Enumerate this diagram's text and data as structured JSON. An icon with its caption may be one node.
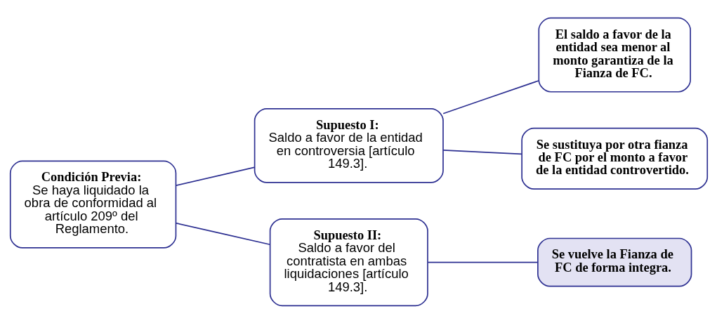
{
  "diagram": {
    "nodes": [
      {
        "text": [
          "Condición Previa:",
          "Se haya liquidado la obra de conformidad al artículo 209º del Reglamento."
        ]
      },
      {
        "text": [
          "Supuesto I:",
          "Saldo a favor de la entidad en controversia [artículo 149.3]."
        ]
      },
      {
        "text": [
          "Supuesto II:",
          "Saldo a favor del contratista en ambas liquidaciones [artículo 149.3]."
        ]
      },
      {
        "text": [
          "El saldo a favor de la entidad sea menor al monto garantiza de la Fianza de FC."
        ]
      },
      {
        "text": [
          "Se sustituya por otra fianza de FC por el monto a favor de la entidad controvertido."
        ]
      },
      {
        "text": [
          "Se vuelve la Fianza de FC de forma integra."
        ]
      }
    ],
    "edges": [
      {
        "from": 0,
        "to": 1,
        "arrow": "none"
      },
      {
        "from": 0,
        "to": 2,
        "arrow": "none"
      },
      {
        "from": 1,
        "to": 3,
        "arrow": "none"
      },
      {
        "from": 1,
        "to": 4,
        "arrow": "none"
      },
      {
        "from": 2,
        "to": 5,
        "arrow": "none"
      }
    ]
  }
}
